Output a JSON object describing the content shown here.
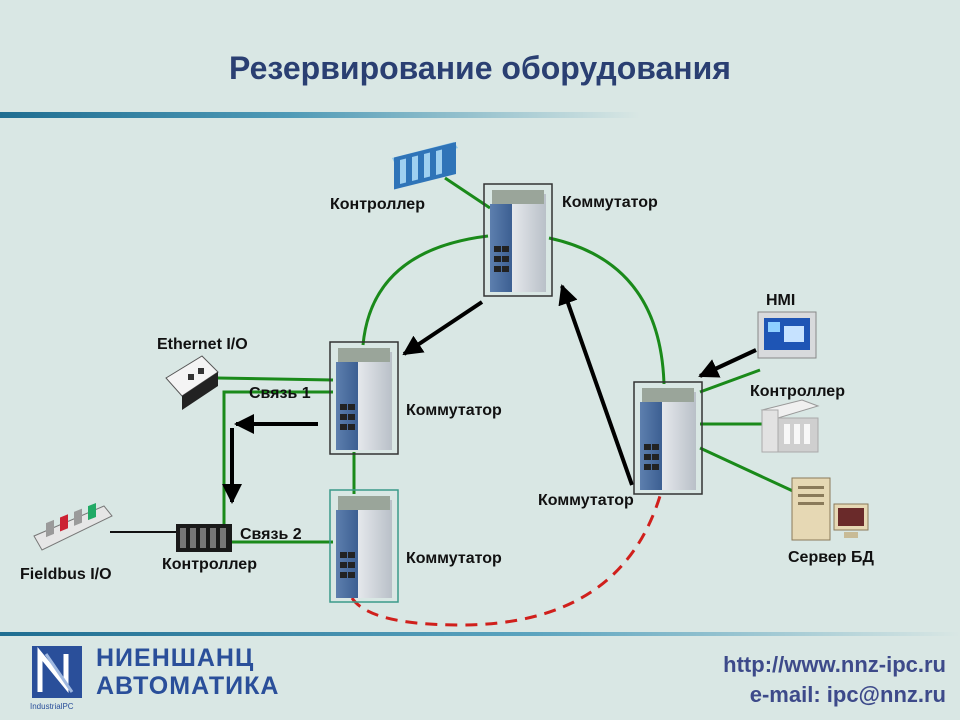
{
  "title": "Резервирование оборудования",
  "colors": {
    "title": "#2a3f72",
    "background": "#d9e7e4",
    "ring_link": "#1a8a1a",
    "backup_link": "#d0201c",
    "arrow": "#000000"
  },
  "nodes": {
    "switch_top": "Коммутатор",
    "switch_mid": "Коммутатор",
    "switch_bottom": "Коммутатор",
    "switch_right": "Коммутатор",
    "controller_top": "Контроллер",
    "controller_right": "Контроллер",
    "controller_left": "Контроллер",
    "ethernet_io": "Ethernet I/O",
    "fieldbus_io": "Fieldbus I/O",
    "hmi": "HMI",
    "db_server": "Сервер БД"
  },
  "links": {
    "link1": "Связь 1",
    "link2": "Связь 2"
  },
  "footer": {
    "logo_line1": "НИЕНШАНЦ",
    "logo_line2": "АВТОМАТИКА",
    "logo_sub": "IndustrialPC",
    "url": "http://www.nnz-ipc.ru",
    "email": "e-mail: ipc@nnz.ru"
  }
}
